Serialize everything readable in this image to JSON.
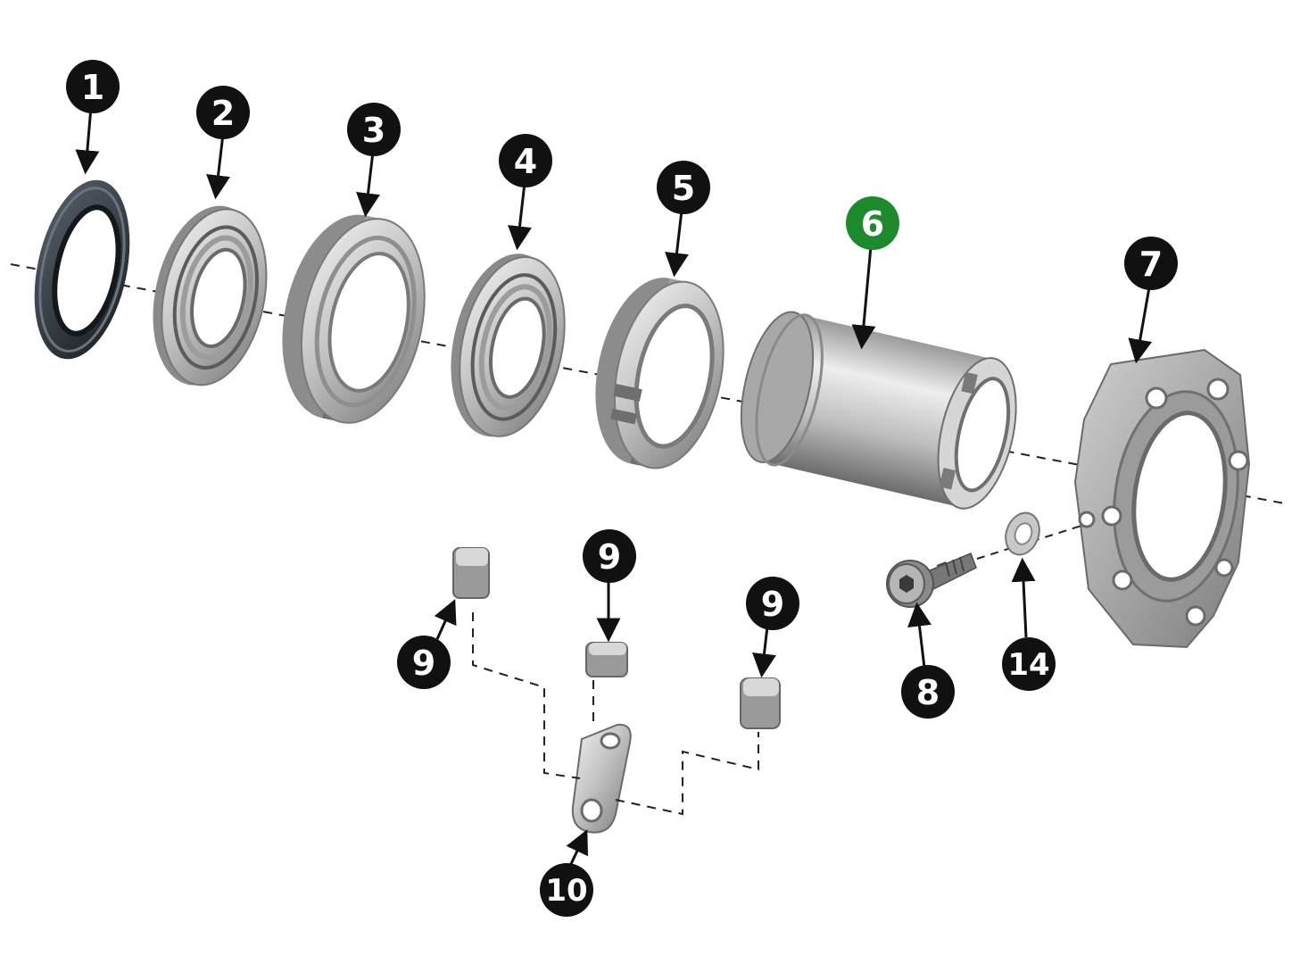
{
  "callouts": {
    "c1": "1",
    "c2": "2",
    "c3": "3",
    "c4": "4",
    "c5": "5",
    "c6": "6",
    "c7": "7",
    "c8": "8",
    "c9a": "9",
    "c9b": "9",
    "c9c": "9",
    "c10": "10",
    "c14": "14"
  },
  "colors": {
    "callout": "#111111",
    "highlight": "#1e8a2e",
    "callout_text": "#ffffff",
    "metal_light": "#e6e6e6",
    "metal_mid": "#b4b4b4",
    "metal_dark": "#6e6e6e",
    "seal": "#2e3238",
    "casting": "#a9a9a9"
  }
}
